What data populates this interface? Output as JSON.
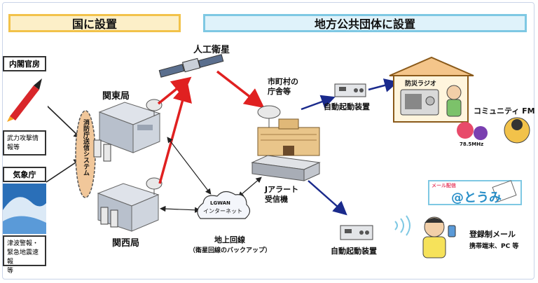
{
  "headers": {
    "national": "国に設置",
    "local": "地方公共団体に設置"
  },
  "left": {
    "cabinet": "内閣官房",
    "armed_attack": [
      "武力攻撃情",
      "報等"
    ],
    "jma": "気象庁",
    "tsunami": [
      "津波警報・",
      "緊急地震速報",
      "等"
    ],
    "fdma_system": "消防庁送信システム"
  },
  "stations": {
    "kanto": "関東局",
    "kansai": "関西局"
  },
  "satellite": "人工衛星",
  "municipality": [
    "市町村の",
    "庁舎等"
  ],
  "jalert": [
    "Jアラート",
    "受信機"
  ],
  "ground_line": {
    "cloud_top": "LGWAN",
    "cloud_bottom": "インターネット",
    "title": "地上回線",
    "sub": "（衛星回線のバックアップ）"
  },
  "auto_device_top": "自動起動装置",
  "auto_device_bottom": "自動起動装置",
  "radio": "防災ラジオ",
  "community_fm": "コミュニティ FM",
  "fm_freq": "78.5MHz",
  "mail": {
    "tag": "メール配信",
    "logo": "@とうみ",
    "title": "登録制メール",
    "sub": "携帯端末、PC 等"
  },
  "colors": {
    "satellite_arrow": "#e02020",
    "blue_arrow": "#1a2a8c",
    "national_header": "#f2c24a",
    "local_header": "#7ec8e3"
  }
}
